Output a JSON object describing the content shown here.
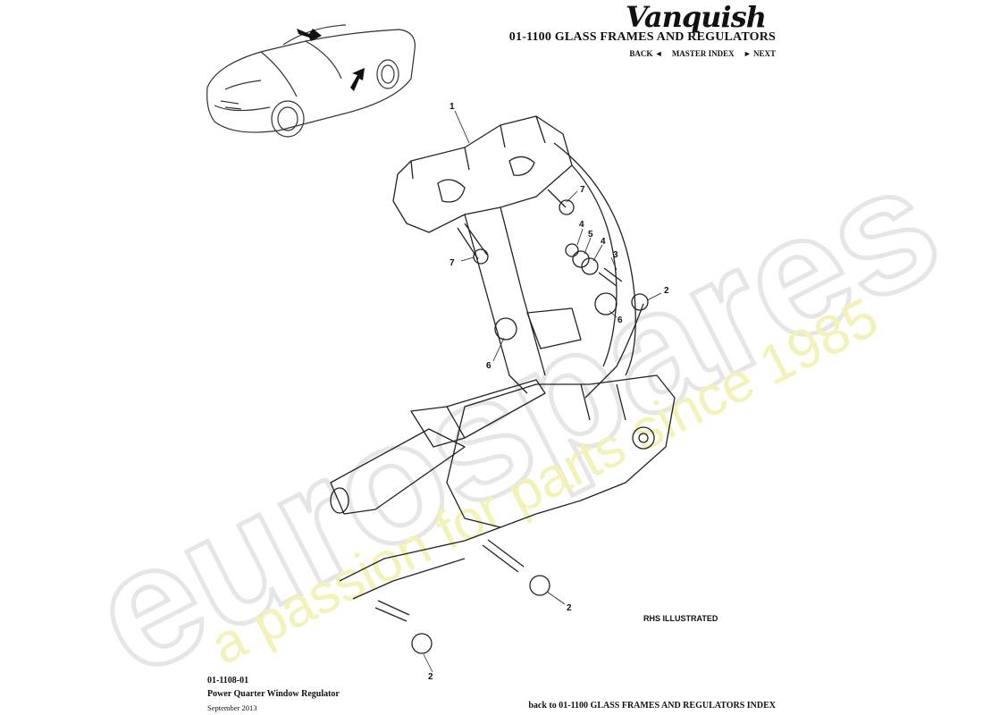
{
  "header": {
    "brand": "Vanquish",
    "section_title": "01-1100 GLASS FRAMES AND REGULATORS",
    "nav": {
      "back": "BACK ◄",
      "master_index": "MASTER INDEX",
      "next": "► NEXT"
    }
  },
  "watermark": {
    "brand": "eurospares",
    "tagline": "a passion for parts since 1985"
  },
  "diagram": {
    "note": "RHS ILLUSTRATED",
    "callouts": [
      "1",
      "7",
      "4",
      "5",
      "4",
      "3",
      "7",
      "2",
      "6",
      "6",
      "2",
      "2"
    ]
  },
  "footer": {
    "part_number": "01-1108-01",
    "part_title": "Power Quarter Window Regulator",
    "date": "September 2013",
    "back_link": "back to 01-1100 GLASS FRAMES AND REGULATORS INDEX"
  },
  "colors": {
    "line": "#222222",
    "watermark_grey": "#e9e9e9",
    "watermark_yellow": "#f3f2b8"
  }
}
